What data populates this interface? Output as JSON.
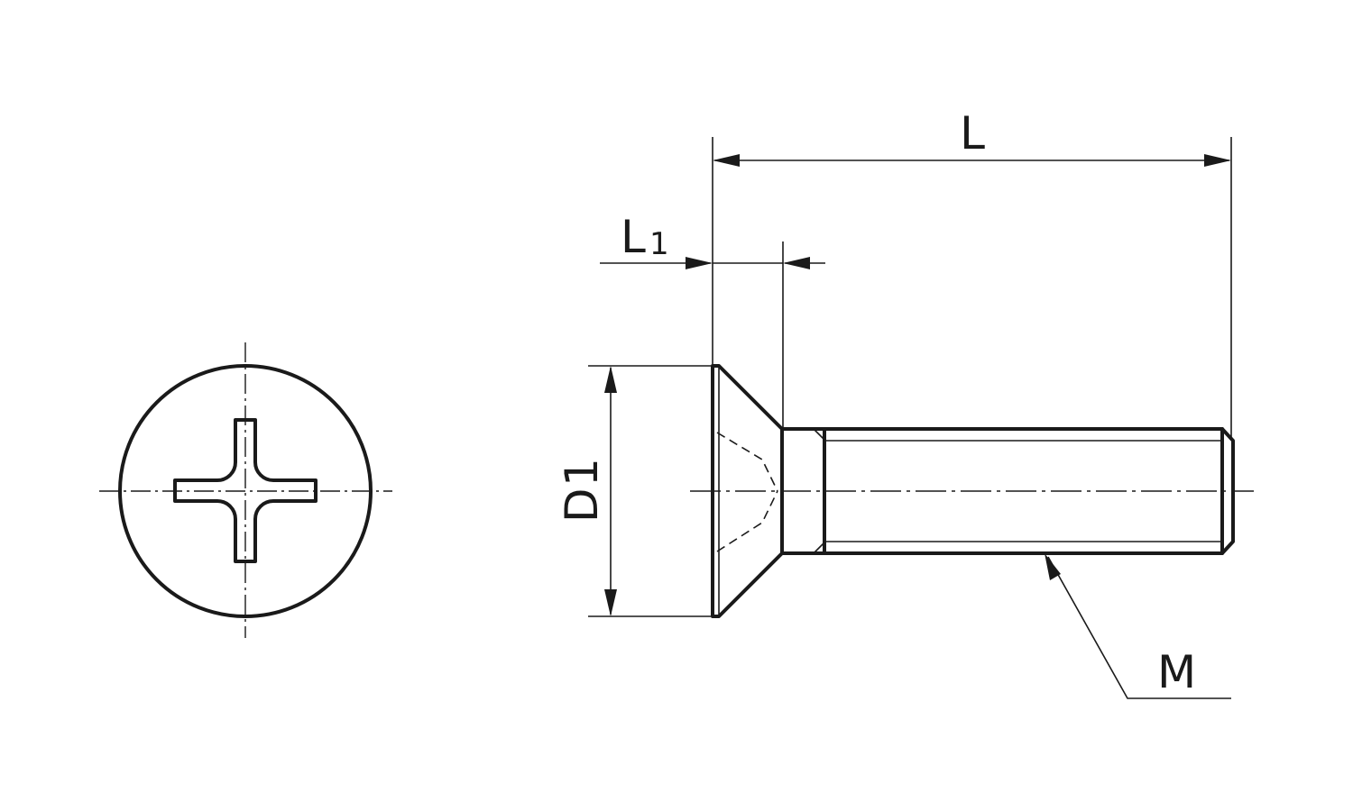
{
  "colors": {
    "ink": "#1a1a1a",
    "background": "#ffffff"
  },
  "labels": {
    "length": "L",
    "head_height_main": "L",
    "head_height_sub": "1",
    "head_diameter_main": "D",
    "head_diameter_sub": "1",
    "thread": "M"
  }
}
